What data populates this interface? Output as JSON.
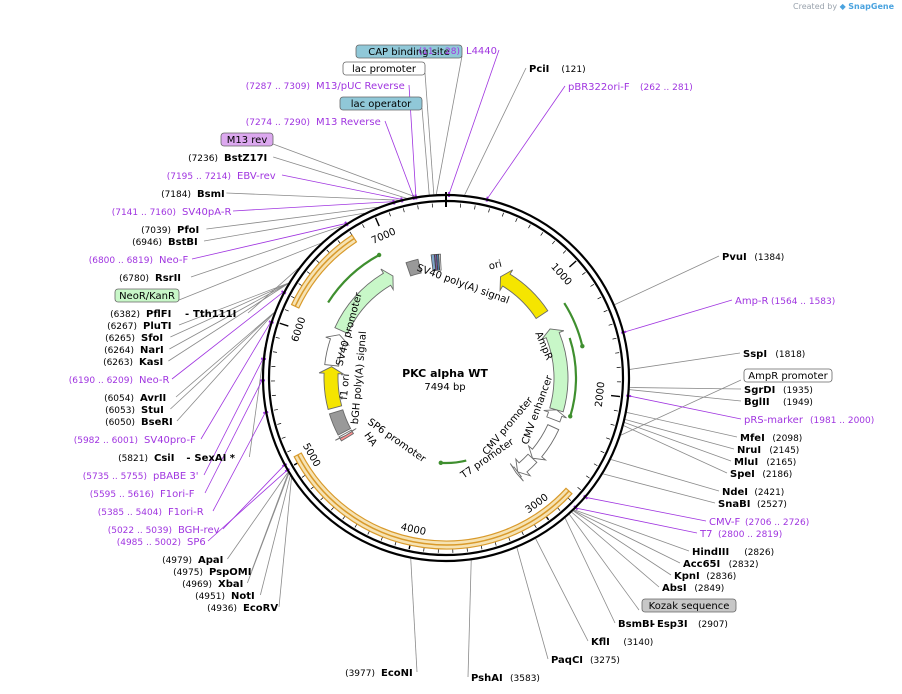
{
  "credit": {
    "prefix": "Created by",
    "brand": "SnapGene"
  },
  "plasmid": {
    "name": "PKC alpha WT",
    "length": 7494,
    "length_label": "7494 bp"
  },
  "ticks": [
    "1000",
    "2000",
    "3000",
    "4000",
    "5000",
    "6000",
    "7000"
  ],
  "features": [
    {
      "name": "ori",
      "start": 589,
      "end": 1177,
      "color": "#f5e500",
      "dir": -1
    },
    {
      "name": "AmpR",
      "start": 1348,
      "end": 2208,
      "color": "#c8f7c8",
      "dir": -1
    },
    {
      "name": "AmpR promoter",
      "start": 2208,
      "end": 2313,
      "color": "#ffffff",
      "dir": -1
    },
    {
      "name": "CMV enhancer",
      "start": 2386,
      "end": 2765,
      "color": "#ffffff",
      "dir": 1
    },
    {
      "name": "CMV promoter",
      "start": 2766,
      "end": 2969,
      "color": "#ffffff",
      "dir": 1
    },
    {
      "name": "T7 promoter",
      "start": 2969,
      "end": 2987,
      "color": "#ffffff",
      "dir": 1
    },
    {
      "name": "HA",
      "start": 4975,
      "end": 5002,
      "color": "#ff9090",
      "dir": 0
    },
    {
      "name": "SP6 promoter",
      "start": 5000,
      "end": 5020,
      "color": "#ffffff",
      "dir": -1
    },
    {
      "name": "bGH poly(A) signal",
      "start": 5040,
      "end": 5264,
      "color": "#999999",
      "dir": 0
    },
    {
      "name": "f1 ori",
      "start": 5310,
      "end": 5738,
      "color": "#f5e500",
      "dir": 1
    },
    {
      "name": "SV40 promoter",
      "start": 5752,
      "end": 6081,
      "color": "#ffffff",
      "dir": 1
    },
    {
      "name": "NeoR/KanR",
      "start": 6128,
      "end": 6922,
      "color": "#c8f7c8",
      "dir": 1
    },
    {
      "name": "SV40 poly(A) signal",
      "start": 7096,
      "end": 7217,
      "color": "#999999",
      "dir": 0
    }
  ],
  "small_features": [
    {
      "start": 7350,
      "end": 7380,
      "color": "#7fa7cc"
    },
    {
      "start": 7385,
      "end": 7400,
      "color": "#8b5fbf"
    },
    {
      "start": 7405,
      "end": 7420,
      "color": "#4b8fd1"
    },
    {
      "start": 7425,
      "end": 7440,
      "color": "#ffffff"
    }
  ],
  "orfs": [
    {
      "start": 1200,
      "end": 1600,
      "offset": 0
    },
    {
      "start": 1500,
      "end": 2230,
      "offset": -10
    },
    {
      "start": 3460,
      "end": 3820,
      "offset": -55
    },
    {
      "start": 6300,
      "end": 6900,
      "offset": 0
    }
  ],
  "cds_bands": [
    {
      "start": 2760,
      "end": 5050
    },
    {
      "start": 6150,
      "end": 6800
    }
  ],
  "inner_labels": [
    {
      "id": "ori",
      "text": "ori"
    },
    {
      "id": "sv40pa",
      "text": "SV40 poly(A) signal"
    },
    {
      "id": "ampr",
      "text": "AmpR"
    },
    {
      "id": "cmvenh",
      "text": "CMV enhancer"
    },
    {
      "id": "cmvpro",
      "text": "CMV promoter"
    },
    {
      "id": "t7",
      "text": "T7 promoter"
    },
    {
      "id": "sp6",
      "text": "SP6 promoter"
    },
    {
      "id": "ha",
      "text": "HA"
    },
    {
      "id": "bgh",
      "text": "bGH poly(A) signal"
    },
    {
      "id": "f1",
      "text": "f1 ori"
    },
    {
      "id": "sv40p",
      "text": "SV40 promoter"
    }
  ],
  "right_labels": [
    {
      "type": "site",
      "name": "PciI",
      "pos": "(121)",
      "bp": 121
    },
    {
      "type": "primer",
      "name": "pBR322ori-F",
      "pos": "(262 .. 281)",
      "bp": 270
    },
    {
      "type": "site",
      "name": "PvuI",
      "pos": "(1384)",
      "bp": 1384
    },
    {
      "type": "primer",
      "name": "Amp-R",
      "pos": "(1564 .. 1583)",
      "bp": 1573
    },
    {
      "type": "site",
      "name": "SspI",
      "pos": "(1818)",
      "bp": 1818
    },
    {
      "type": "box",
      "name": "AmpR promoter",
      "bp": 2250,
      "fill": "#ffffff"
    },
    {
      "type": "site",
      "name": "SgrDI",
      "pos": "(1935)",
      "bp": 1935
    },
    {
      "type": "site",
      "name": "BglII",
      "pos": "(1949)",
      "bp": 1949
    },
    {
      "type": "primer",
      "name": "pRS-marker",
      "pos": "(1981 .. 2000)",
      "bp": 1990
    },
    {
      "type": "site",
      "name": "MfeI",
      "pos": "(2098)",
      "bp": 2098
    },
    {
      "type": "site",
      "name": "NruI",
      "pos": "(2145)",
      "bp": 2145
    },
    {
      "type": "site",
      "name": "MluI",
      "pos": "(2165)",
      "bp": 2165
    },
    {
      "type": "site",
      "name": "SpeI",
      "pos": "(2186)",
      "bp": 2186
    },
    {
      "type": "site",
      "name": "NdeI",
      "pos": "(2421)",
      "bp": 2421
    },
    {
      "type": "site",
      "name": "SnaBI",
      "pos": "(2527)",
      "bp": 2527
    },
    {
      "type": "primer",
      "name": "CMV-F",
      "pos": "(2706 .. 2726)",
      "bp": 2716
    },
    {
      "type": "primer",
      "name": "T7",
      "pos": "(2800 .. 2819)",
      "bp": 2810
    },
    {
      "type": "site",
      "name": "HindIII",
      "pos": "(2826)",
      "bp": 2826
    },
    {
      "type": "site",
      "name": "Acc65I",
      "pos": "(2832)",
      "bp": 2832
    },
    {
      "type": "site",
      "name": "KpnI",
      "pos": "(2836)",
      "bp": 2836
    },
    {
      "type": "site",
      "name": "AbsI",
      "pos": "(2849)",
      "bp": 2849
    },
    {
      "type": "box",
      "name": "Kozak sequence",
      "bp": 2870,
      "fill": "#c7c7c7"
    },
    {
      "type": "site",
      "name": "BsmBI",
      "name2": "Esp3I",
      "pos": "(2907)",
      "bp": 2907
    },
    {
      "type": "site",
      "name": "KflI",
      "pos": "(3140)",
      "bp": 3140
    },
    {
      "type": "site",
      "name": "PaqCI",
      "pos": "(3275)",
      "bp": 3275
    },
    {
      "type": "site",
      "name": "PshAI",
      "pos": "(3583)",
      "bp": 3583
    }
  ],
  "left_labels": [
    {
      "type": "box",
      "name": "CAP binding site",
      "bp": 7431,
      "fill": "#90c8d8"
    },
    {
      "type": "primer",
      "name": "L4440",
      "pos": "(11 .. 28)",
      "bp": 20
    },
    {
      "type": "box",
      "name": "lac promoter",
      "bp": 7415,
      "fill": "#ffffff"
    },
    {
      "type": "primer",
      "name": "M13/pUC Reverse",
      "pos": "(7287 .. 7309)",
      "bp": 7298
    },
    {
      "type": "box",
      "name": "lac operator",
      "bp": 7385,
      "fill": "#90c8d8"
    },
    {
      "type": "primer",
      "name": "M13 Reverse",
      "pos": "(7274 .. 7290)",
      "bp": 7282
    },
    {
      "type": "box",
      "name": "M13 rev",
      "bp": 7290,
      "fill": "#dca8ef"
    },
    {
      "type": "site",
      "name": "BstZ17I",
      "pos": "(7236)",
      "bp": 7236
    },
    {
      "type": "primer",
      "name": "EBV-rev",
      "pos": "(7195 .. 7214)",
      "bp": 7204
    },
    {
      "type": "site",
      "name": "BsmI",
      "pos": "(7184)",
      "bp": 7184
    },
    {
      "type": "primer",
      "name": "SV40pA-R",
      "pos": "(7141 .. 7160)",
      "bp": 7150
    },
    {
      "type": "site",
      "name": "PfoI",
      "pos": "(7039)",
      "bp": 7039
    },
    {
      "type": "site",
      "name": "BstBI",
      "pos": "(6946)",
      "bp": 6946
    },
    {
      "type": "primer",
      "name": "Neo-F",
      "pos": "(6800 .. 6819)",
      "bp": 6810
    },
    {
      "type": "site",
      "name": "RsrII",
      "pos": "(6780)",
      "bp": 6780
    },
    {
      "type": "box",
      "name": "NeoR/KanR",
      "bp": 6600,
      "fill": "#c8f7c8"
    },
    {
      "type": "site",
      "name": "PflFI",
      "name2": "Tth111I",
      "pos": "(6382)",
      "bp": 6382
    },
    {
      "type": "site",
      "name": "PluTI",
      "pos": "(6267)",
      "bp": 6267
    },
    {
      "type": "site",
      "name": "SfoI",
      "pos": "(6265)",
      "bp": 6265
    },
    {
      "type": "site",
      "name": "NarI",
      "pos": "(6264)",
      "bp": 6264
    },
    {
      "type": "site",
      "name": "KasI",
      "pos": "(6263)",
      "bp": 6263
    },
    {
      "type": "primer",
      "name": "Neo-R",
      "pos": "(6190 .. 6209)",
      "bp": 6200
    },
    {
      "type": "site",
      "name": "AvrII",
      "pos": "(6054)",
      "bp": 6054
    },
    {
      "type": "site",
      "name": "StuI",
      "pos": "(6053)",
      "bp": 6053
    },
    {
      "type": "site",
      "name": "BseRI",
      "pos": "(6050)",
      "bp": 6050
    },
    {
      "type": "primer",
      "name": "SV40pro-F",
      "pos": "(5982 .. 6001)",
      "bp": 5990
    },
    {
      "type": "site",
      "name": "CsiI",
      "name2": "SexAI *",
      "pos": "(5821)",
      "bp": 5821
    },
    {
      "type": "primer",
      "name": "pBABE 3'",
      "pos": "(5735 .. 5755)",
      "bp": 5745
    },
    {
      "type": "primer",
      "name": "F1ori-F",
      "pos": "(5595 .. 5616)",
      "bp": 5605
    },
    {
      "type": "primer",
      "name": "F1ori-R",
      "pos": "(5385 .. 5404)",
      "bp": 5395
    },
    {
      "type": "primer",
      "name": "BGH-rev",
      "pos": "(5022 .. 5039)",
      "bp": 5030
    },
    {
      "type": "primer",
      "name": "SP6",
      "pos": "(4985 .. 5002)",
      "bp": 4993
    },
    {
      "type": "site",
      "name": "ApaI",
      "pos": "(4979)",
      "bp": 4979
    },
    {
      "type": "site",
      "name": "PspOMI",
      "pos": "(4975)",
      "bp": 4975
    },
    {
      "type": "site",
      "name": "XbaI",
      "pos": "(4969)",
      "bp": 4969
    },
    {
      "type": "site",
      "name": "NotI",
      "pos": "(4951)",
      "bp": 4951
    },
    {
      "type": "site",
      "name": "EcoRV",
      "pos": "(4936)",
      "bp": 4936
    },
    {
      "type": "site",
      "name": "EcoNI",
      "pos": "(3977)",
      "bp": 3977
    }
  ]
}
